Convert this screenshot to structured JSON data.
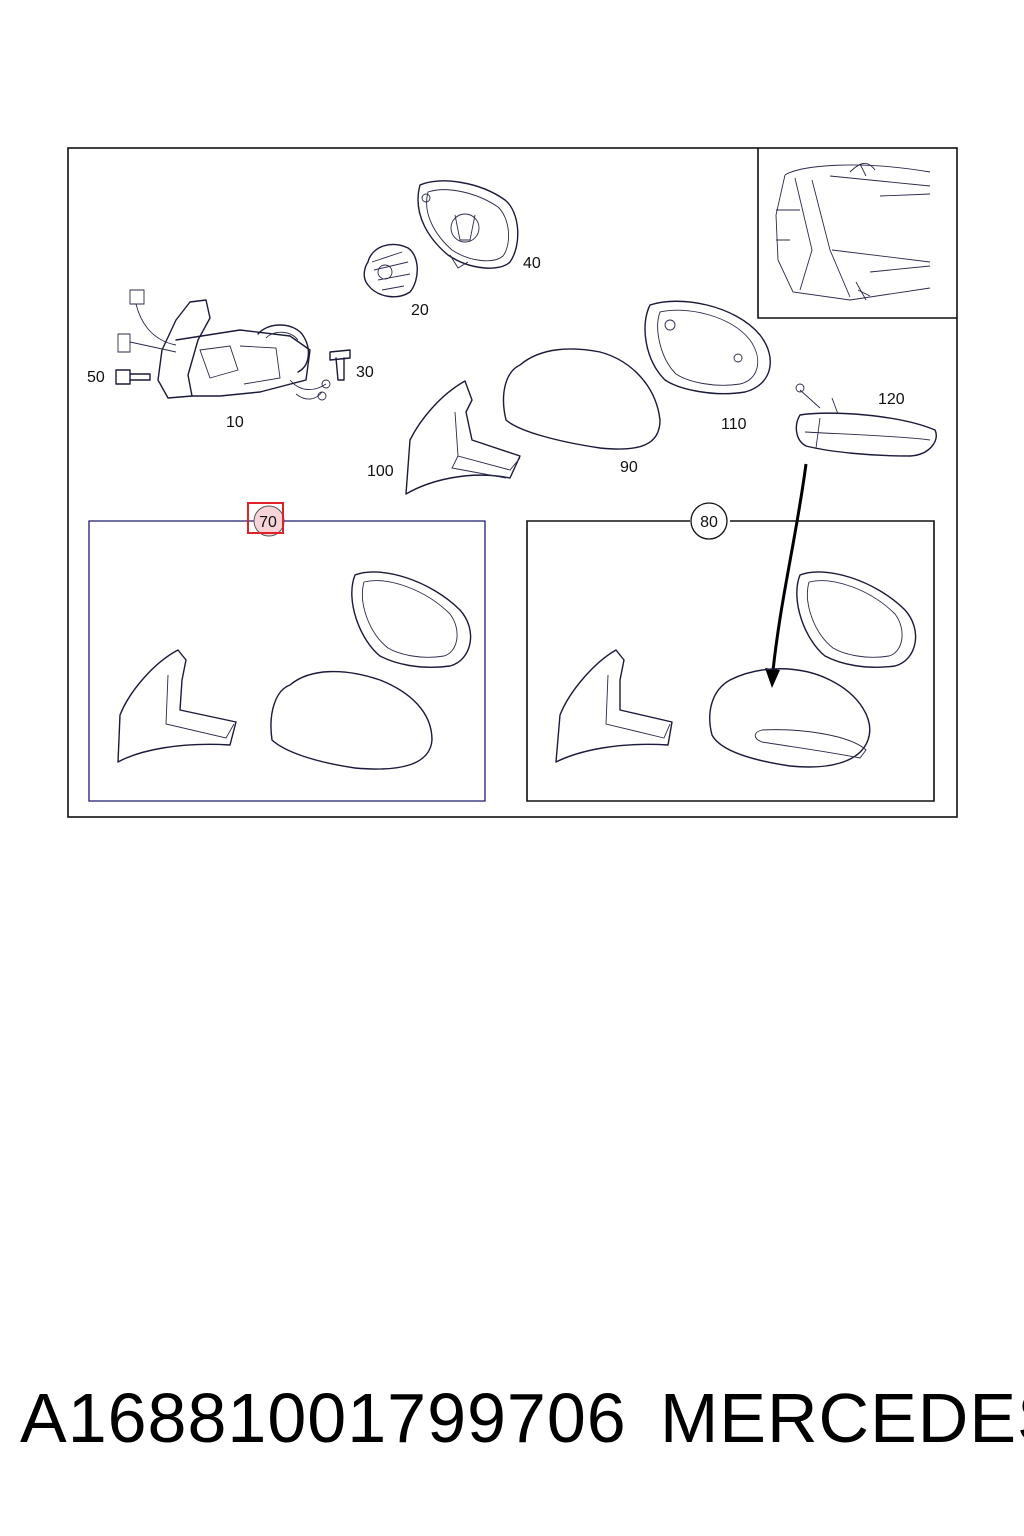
{
  "callouts": {
    "c10": "10",
    "c20": "20",
    "c30": "30",
    "c40": "40",
    "c50": "50",
    "c70": "70",
    "c80": "80",
    "c90": "90",
    "c100": "100",
    "c110": "110",
    "c120": "120"
  },
  "highlight": {
    "color": "#e0202a",
    "fill": "#f6d4d8",
    "selected": "70"
  },
  "footer": {
    "part_number": "A16881001799706",
    "brand": "MERCEDES"
  }
}
